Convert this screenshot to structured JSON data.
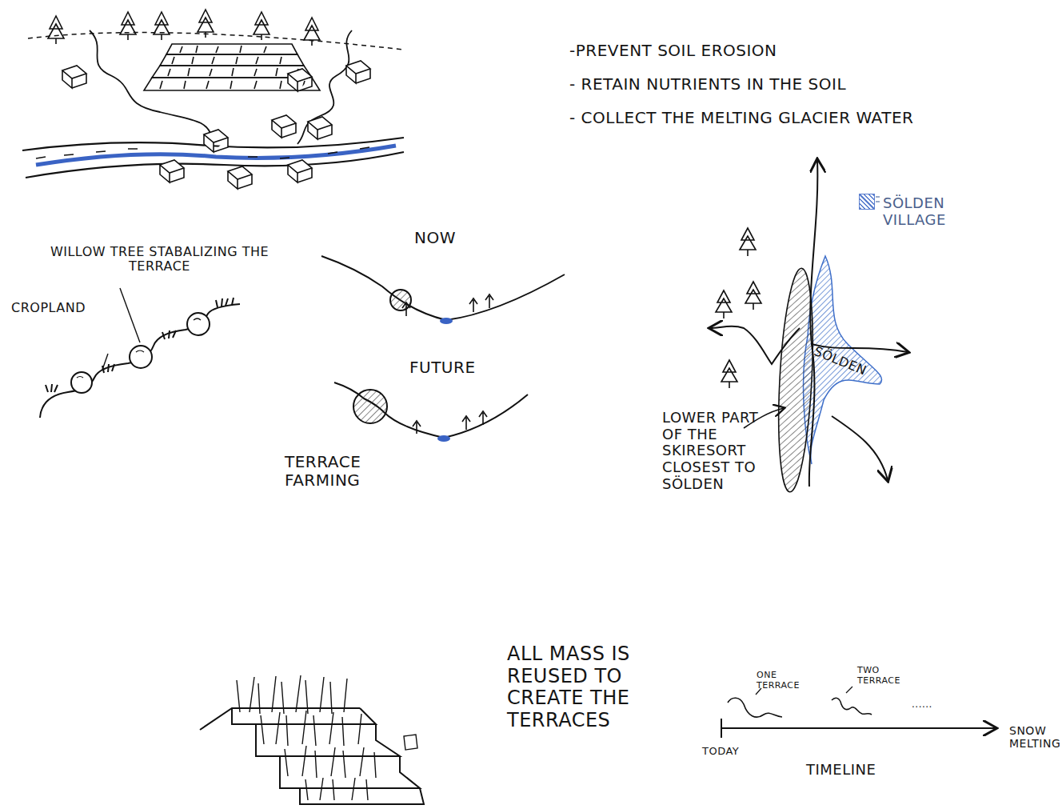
{
  "diagram": {
    "labels": [
      "-PREVENT SOIL EROSION",
      "- RETAIN NUTRIENTS IN THE SOIL",
      "- COLLECT THE MELTING GLACIER WATER",
      "WILLOW TREE STABALIZING THE TERRACE",
      "CROPLAND",
      "NOW",
      "FUTURE",
      "TERRACE FARMING",
      "SÖLDEN",
      "LOWER PART OF THE SKIRESORT CLOSEST TO SÖLDEN",
      "ALL MASS IS REUSED TO CREATE THE TERRACES",
      "ONE TERRACE",
      "TWO TERRACE",
      "......",
      "TODAY",
      "TIMELINE",
      "SNOW MELTING"
    ],
    "legend": [
      {
        "text": "SÖLDEN VILLAGE",
        "color": "#5b7fcf"
      }
    ]
  }
}
